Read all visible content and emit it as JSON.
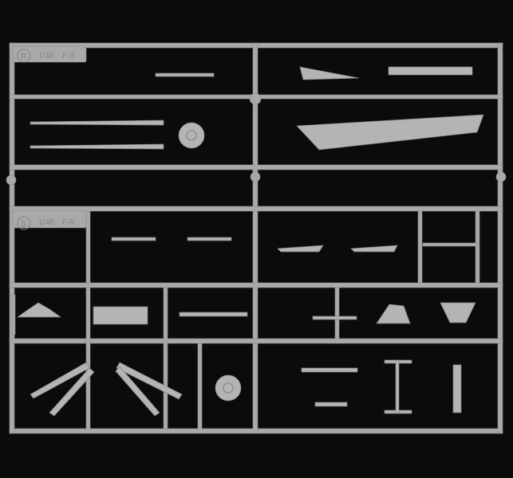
{
  "photo": {
    "background_color": "#0b0b0c",
    "plastic_color": "#a9a9aa"
  },
  "sprue_r": {
    "letter": "R",
    "scale": "1/48",
    "model": "F-8"
  },
  "sprue_s": {
    "letter": "S",
    "scale": "1/48",
    "model": "F-8"
  }
}
